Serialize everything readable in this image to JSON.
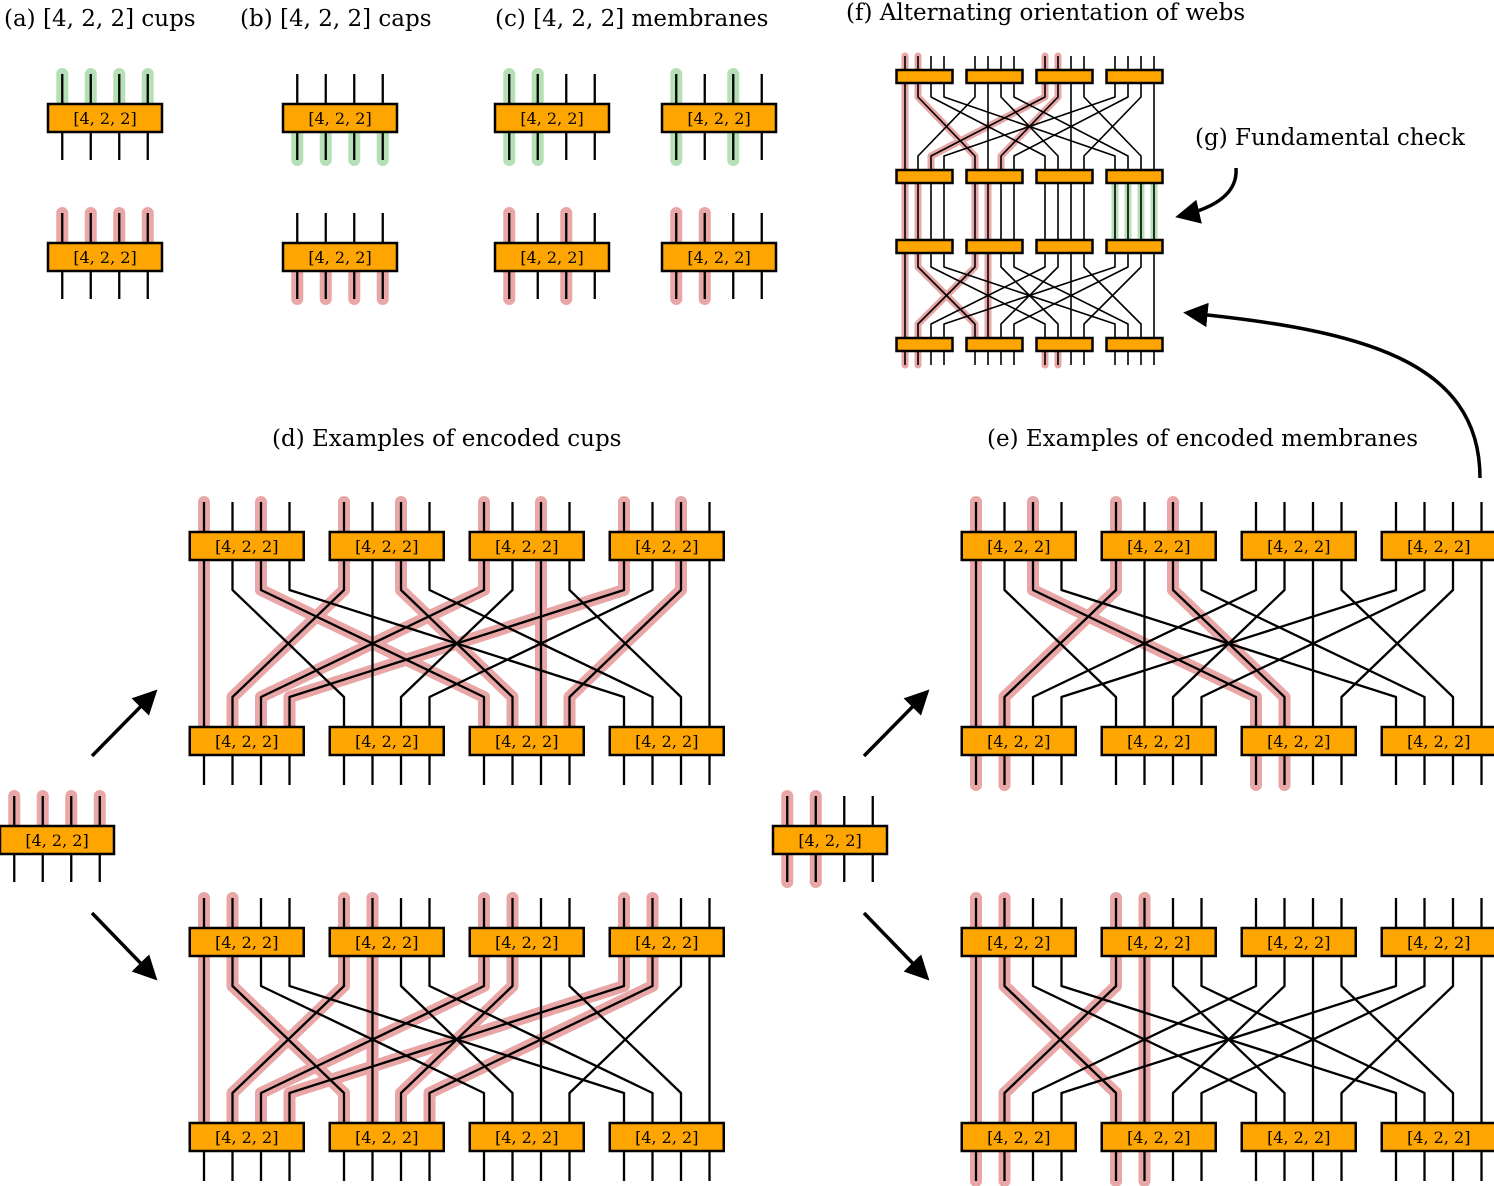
{
  "captions": {
    "a": "(a) [4, 2, 2] cups",
    "b": "(b) [4, 2, 2] caps",
    "c": "(c) [4, 2, 2] membranes",
    "d": "(d) Examples of encoded cups",
    "e": "(e) Examples of encoded membranes",
    "f": "(f) Alternating orientation of webs",
    "g": "(g) Fundamental check"
  },
  "block_label": "[4, 2, 2]",
  "colors": {
    "block_fill": "#FFA500",
    "block_stroke": "#000000",
    "highlight_red": "#E8A6A6",
    "highlight_green": "#B5E0B5",
    "line": "#000000"
  }
}
